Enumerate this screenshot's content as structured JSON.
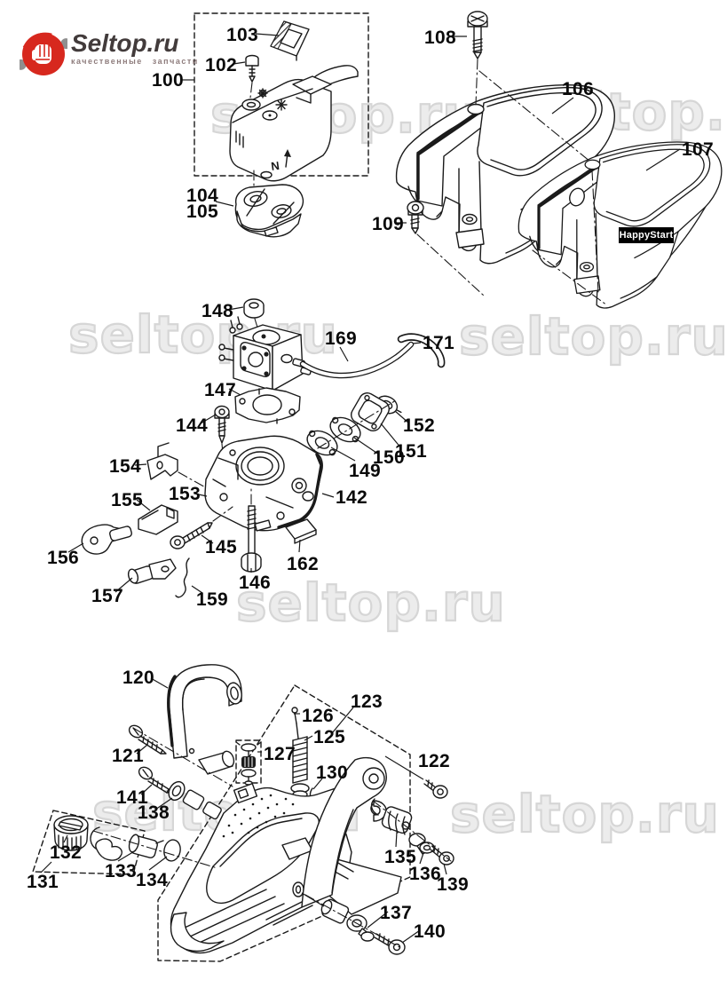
{
  "logo": {
    "brand": "Seltop.ru",
    "tagline": "качественные запчасти",
    "icon": "fist-and-wrench-round-badge",
    "icon_color": "#d7281e",
    "text_color": "#423b3b",
    "tagline_color": "#8f7d7d"
  },
  "watermark": {
    "text": "seltop.ru",
    "outline_color": "#d6d6d6"
  },
  "badge": {
    "text": "HappyStart",
    "bg": "#000000",
    "fg": "#ffffff"
  },
  "diagram": {
    "type": "exploded-parts-diagram",
    "housing_marking": "N",
    "line_color": "#1a1a1a",
    "labels": [
      {
        "num": "100"
      },
      {
        "num": "102"
      },
      {
        "num": "103"
      },
      {
        "num": "104"
      },
      {
        "num": "105"
      },
      {
        "num": "106"
      },
      {
        "num": "107"
      },
      {
        "num": "108"
      },
      {
        "num": "109"
      },
      {
        "num": "120"
      },
      {
        "num": "121"
      },
      {
        "num": "122"
      },
      {
        "num": "123"
      },
      {
        "num": "125"
      },
      {
        "num": "126"
      },
      {
        "num": "127"
      },
      {
        "num": "130"
      },
      {
        "num": "131"
      },
      {
        "num": "132"
      },
      {
        "num": "133"
      },
      {
        "num": "134"
      },
      {
        "num": "135"
      },
      {
        "num": "136"
      },
      {
        "num": "137"
      },
      {
        "num": "138"
      },
      {
        "num": "139"
      },
      {
        "num": "140"
      },
      {
        "num": "141"
      },
      {
        "num": "142"
      },
      {
        "num": "144"
      },
      {
        "num": "145"
      },
      {
        "num": "146"
      },
      {
        "num": "147"
      },
      {
        "num": "148"
      },
      {
        "num": "149"
      },
      {
        "num": "150"
      },
      {
        "num": "151"
      },
      {
        "num": "152"
      },
      {
        "num": "153"
      },
      {
        "num": "154"
      },
      {
        "num": "155"
      },
      {
        "num": "156"
      },
      {
        "num": "157"
      },
      {
        "num": "159"
      },
      {
        "num": "162"
      },
      {
        "num": "169"
      },
      {
        "num": "171"
      }
    ]
  }
}
